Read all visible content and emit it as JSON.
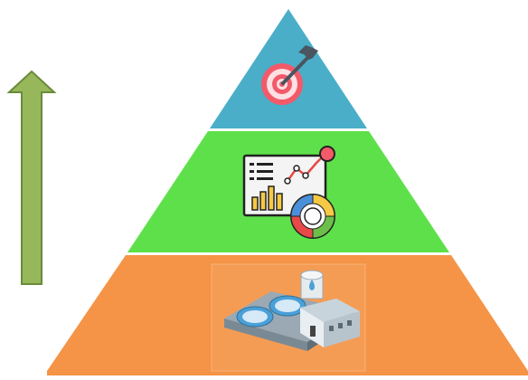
{
  "arrow": {
    "color": "#97b85a",
    "border": "#6a8a3a",
    "direction": "up"
  },
  "pyramid": {
    "tiers": [
      {
        "level": "top",
        "color": "#4aaec8",
        "icon": "target-icon"
      },
      {
        "level": "middle",
        "color": "#5ee04a",
        "icon": "analytics-dashboard-icon"
      },
      {
        "level": "bottom",
        "color": "#f59446",
        "icon": "water-treatment-plant-icon"
      }
    ],
    "divider_color": "#ffffff"
  },
  "icon_colors": {
    "target_ring": "#f25a6a",
    "target_light": "#fde0e2",
    "dart": "#4a5560",
    "chart_line": "#e84848",
    "donut": [
      "#f6c945",
      "#6cc04a",
      "#e84848",
      "#4a90d9"
    ],
    "plant_roof": "#c8d4dc",
    "plant_tank": "#4aa0d8"
  }
}
